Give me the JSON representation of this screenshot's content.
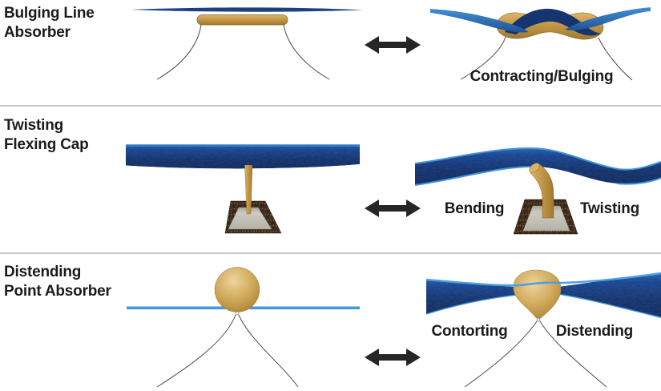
{
  "figure": {
    "rows": [
      {
        "id": "bulging-line-absorber",
        "title_line1": "Bulging Line",
        "title_line2": "Absorber",
        "motion_label": "Contracting/Bulging"
      },
      {
        "id": "twisting-flexing-cap",
        "title_line1": "Twisting",
        "title_line2": "Flexing Cap",
        "motion_label_left": "Bending",
        "motion_label_right": "Twisting"
      },
      {
        "id": "distending-point-absorber",
        "title_line1": "Distending",
        "title_line2": "Point Absorber",
        "motion_label_left": "Contorting",
        "motion_label_right": "Distending"
      }
    ],
    "icons": {
      "transition_arrow": "double-headed-arrow"
    },
    "colors": {
      "buoy_gold": "#c6994a",
      "deep_navy": "#16356f",
      "water_blue": "#2e74c0",
      "calm_line_blue": "#459bd9",
      "arrow_black": "#262626",
      "divider_gray": "#c8c8c8",
      "text_black": "#1d1a1b",
      "concrete_gray": "#c6c3ba",
      "seabed_brown": "#3d2c1c"
    }
  }
}
